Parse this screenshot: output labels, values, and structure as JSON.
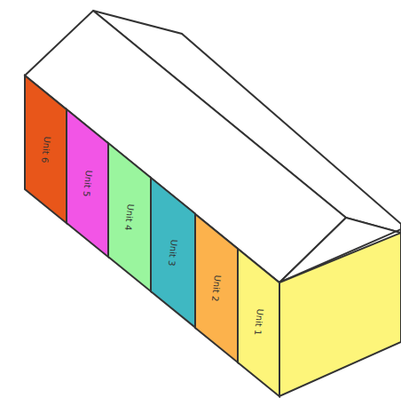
{
  "diagram": {
    "nodes": [
      {
        "text": [
          "Unit 6"
        ]
      },
      {
        "text": [
          "Unit 5"
        ]
      },
      {
        "text": [
          "Unit 4"
        ]
      },
      {
        "text": [
          "Unit 3"
        ]
      },
      {
        "text": [
          "Unit 2"
        ]
      },
      {
        "text": [
          "Unit 1"
        ]
      }
    ]
  }
}
